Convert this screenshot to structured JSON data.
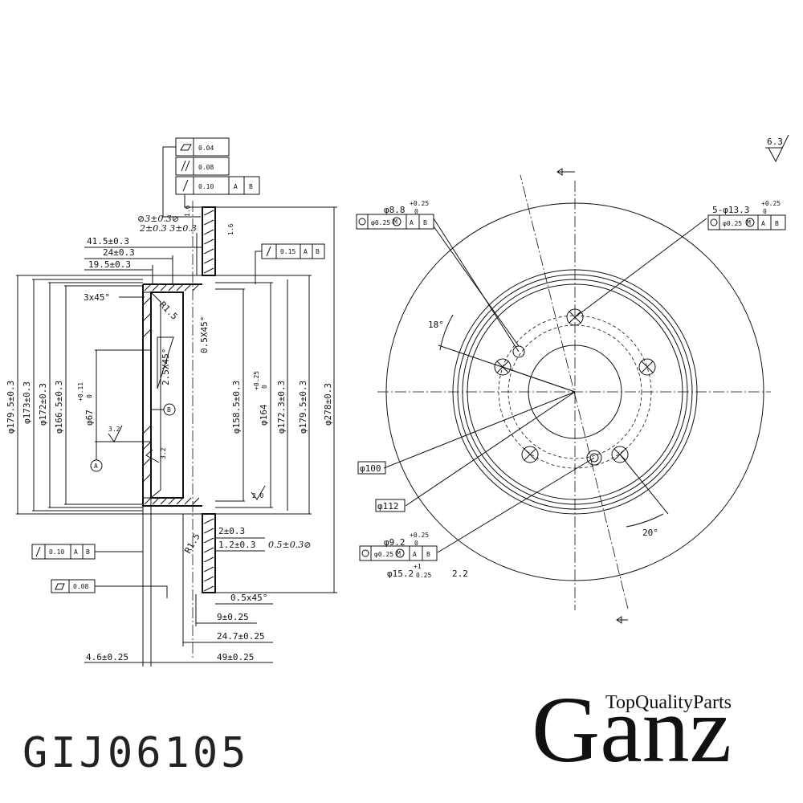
{
  "part_number": "GIJ06105",
  "brand": {
    "tagline": "TopQualityParts",
    "name": "Ganz"
  },
  "surface_finish": "6.3",
  "section_view": {
    "tolerance_frames": [
      {
        "id": "flatness",
        "symbol": "flatness",
        "value": "0.04",
        "datums": []
      },
      {
        "id": "parallel",
        "symbol": "parallelism",
        "value": "0.08",
        "datums": []
      },
      {
        "id": "runout_top",
        "symbol": "runout",
        "value": "0.10",
        "datums": [
          "A",
          "B"
        ]
      },
      {
        "id": "runout_mid",
        "symbol": "runout",
        "value": "0.15",
        "datums": [
          "A",
          "B"
        ]
      },
      {
        "id": "runout_bot",
        "symbol": "runout",
        "value": "0.10",
        "datums": [
          "A",
          "B"
        ]
      },
      {
        "id": "flat_bot",
        "symbol": "flatness",
        "value": "0.08",
        "datums": []
      }
    ],
    "handwritten": {
      "top1": "⊘3±0.3⊘",
      "top2": "2±0.3 3±0.3",
      "bottom": "0.5±0.3⊘"
    },
    "small_marks": {
      "r16_a": "1.6",
      "r16_b": "1.6"
    },
    "horizontal_dims": {
      "d41_5": "41.5±0.3",
      "d24": "24±0.3",
      "d19_5": "19.5±0.3",
      "d2": "2±0.3",
      "d1_2": "1.2±0.3",
      "d0_5x45": "0.5x45°",
      "d9": "9±0.25",
      "d24_7": "24.7±0.25",
      "d49": "49±0.25",
      "d4_6": "4.6±0.25"
    },
    "vertical_dims": {
      "v179_5": "φ179.5±0.3",
      "v173": "φ173±0.3",
      "v172": "φ172±0.3",
      "v166_5": "φ166.5±0.3",
      "v67": "φ67",
      "v67_tol": "+0.11",
      "v67_tol0": "0",
      "v158_5": "φ158.5±0.3",
      "v164": "φ164",
      "v164_tol": "+0.25",
      "v164_tol0": "0",
      "v172_3": "φ172.3±0.3",
      "v179_5b": "φ179.5±0.3",
      "v278": "φ278±0.3"
    },
    "notes": {
      "chamfer_3x45": "3x45°",
      "r1_5_top": "R1.5",
      "chamfer_0_5x45": "0.5X45°",
      "chamfer_2_5x45": "2.5X45°",
      "r1_5_bot": "R1.5",
      "rough_3_2a": "3.2",
      "rough_3_2b": "3.2",
      "rough_2_0": "2.0"
    },
    "datums": {
      "a": "A",
      "b": "B"
    }
  },
  "front_view": {
    "holes_top": {
      "dia": "φ8.8",
      "tol_up": "+0.25",
      "tol_lo": "0",
      "pos": "φ0.25",
      "mod": "M",
      "d1": "A",
      "d2": "B"
    },
    "holes_five": {
      "dia": "5-φ13.3",
      "tol_up": "+0.25",
      "tol_lo": "0",
      "pos": "φ0.25",
      "mod": "M",
      "d1": "A",
      "d2": "B"
    },
    "holes_bottom": {
      "dia": "φ9.2",
      "tol_up": "+0.25",
      "tol_lo": "0",
      "pos": "φ0.25",
      "mod": "M",
      "d1": "A",
      "d2": "B"
    },
    "angle_18": "18°",
    "angle_20": "20°",
    "pcd_100": "φ100",
    "pcd_112": "φ112",
    "hole_15": "φ15.2",
    "hole_15_up": "+1",
    "hole_15_lo": "0.25",
    "hole_15_extra": "2.2"
  }
}
